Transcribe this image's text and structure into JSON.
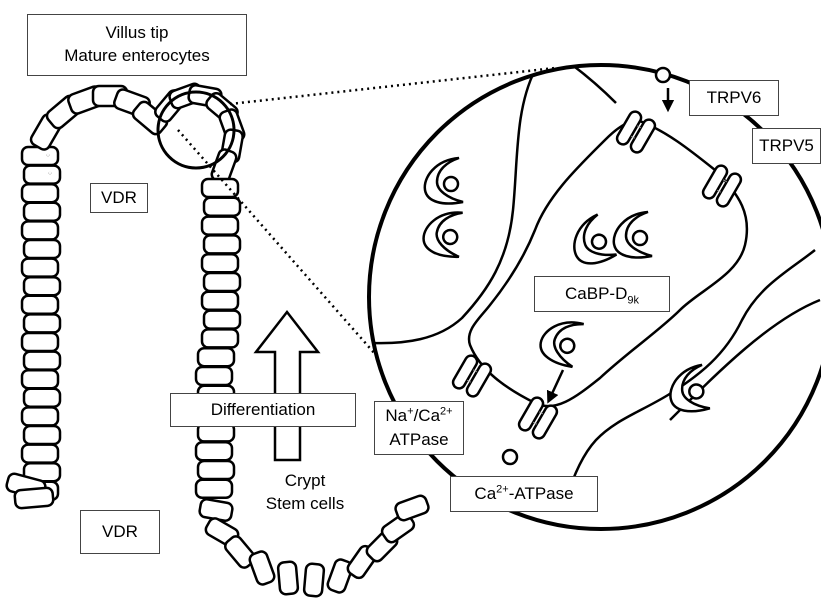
{
  "labels": {
    "villus_tip": "Villus tip",
    "mature_enterocytes": "Mature enterocytes",
    "vdr_top": "VDR",
    "vdr_bottom": "VDR",
    "differentiation": "Differentiation",
    "crypt": "Crypt",
    "stem_cells": "Stem cells",
    "trpv6": "TRPV6",
    "trpv5": "TRPV5",
    "cabp_main": "CaBP-D",
    "cabp_sub": "9k",
    "exchanger_na": "Na",
    "exchanger_plus": "+",
    "exchanger_ca": "/Ca",
    "exchanger_charge": "2+",
    "exchanger_atpase": "ATPase",
    "pump_ca": "Ca",
    "pump_charge": "2+",
    "pump_atpase": "-ATPase"
  },
  "colors": {
    "stroke": "#000000",
    "fill": "#ffffff",
    "label_border": "#444444"
  }
}
